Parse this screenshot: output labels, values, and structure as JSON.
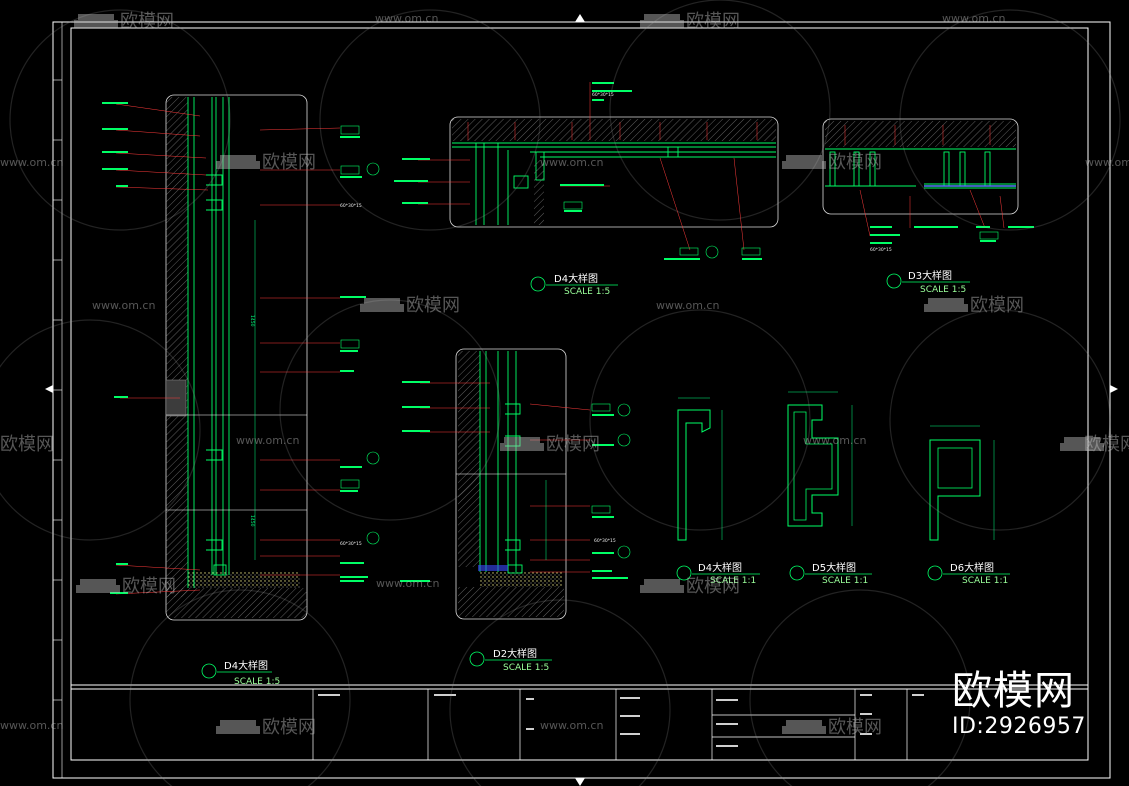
{
  "colors": {
    "background": "#000000",
    "frame": "#ffffff",
    "profile": "#00ff66",
    "leader": "#ff3b3b",
    "hatch": "#8a8a8a",
    "dim": "#00ff7f",
    "wall_fill": "#2a2a2a"
  },
  "watermark": {
    "url": "www.om.cn",
    "brand": "欧模网",
    "icon": "sofa-icon"
  },
  "brand": {
    "name": "欧模网",
    "id": "ID:2926957"
  },
  "notes": {
    "spec": "60*30*15",
    "dim_val": "1450"
  },
  "details": [
    {
      "key": "d4_left",
      "title": "D4大样图",
      "scale": "SCALE 1:5"
    },
    {
      "key": "d4_top",
      "title": "D4大样图",
      "scale": "SCALE 1:5"
    },
    {
      "key": "d3",
      "title": "D3大样图",
      "scale": "SCALE 1:5"
    },
    {
      "key": "d2",
      "title": "D2大样图",
      "scale": "SCALE 1:5"
    },
    {
      "key": "d4_small",
      "title": "D4大样图",
      "scale": "SCALE 1:1"
    },
    {
      "key": "d5",
      "title": "D5大样图",
      "scale": "SCALE 1:1"
    },
    {
      "key": "d6",
      "title": "D6大样图",
      "scale": "SCALE 1:1"
    }
  ]
}
